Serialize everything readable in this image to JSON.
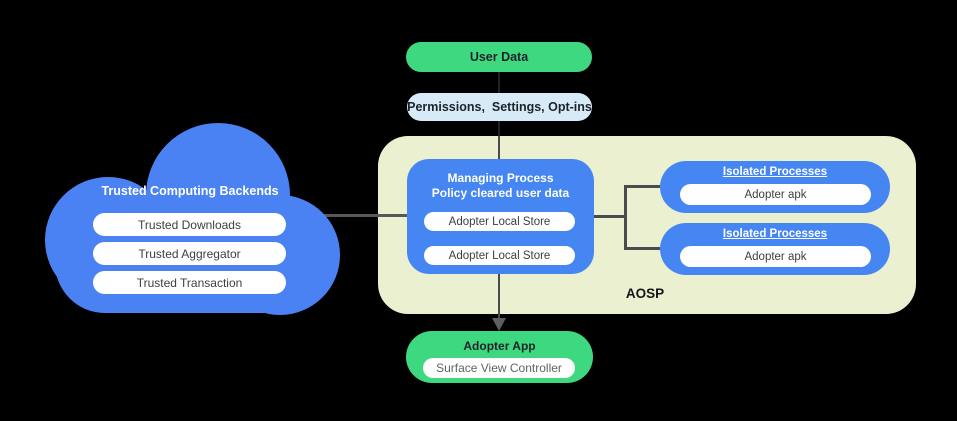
{
  "diagram": {
    "user_data": {
      "label": "User Data"
    },
    "permissions": {
      "label": "Permissions,  Settings, Opt-ins"
    },
    "cloud": {
      "title": "Trusted Computing Backends",
      "items": [
        "Trusted Downloads",
        "Trusted Aggregator",
        "Trusted Transaction"
      ]
    },
    "aosp": {
      "label": "AOSP",
      "managing": {
        "title": "Managing Process\nPolicy cleared user data",
        "stores": [
          "Adopter Local Store",
          "Adopter Local Store"
        ]
      },
      "isolated": [
        {
          "title": "Isolated Processes",
          "item": "Adopter apk"
        },
        {
          "title": "Isolated Processes",
          "item": "Adopter apk"
        }
      ]
    },
    "adopter_app": {
      "title": "Adopter App",
      "item": "Surface View Controller"
    }
  },
  "colors": {
    "blue": "#4586f3",
    "green": "#3ed880",
    "light_blue": "#d7eaf8",
    "aosp_background": "#eaf0d0",
    "connector_gray": "#57585c",
    "background": "#000000"
  }
}
